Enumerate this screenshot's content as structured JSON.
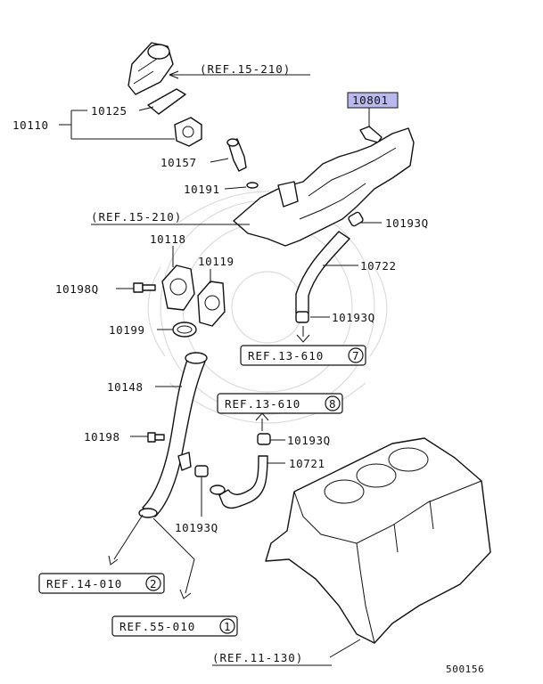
{
  "diagram_id": "500156",
  "highlight_color": "#b9b9f0",
  "references": {
    "ref_15_210_top": "(REF.15-210)",
    "ref_15_210_mid": "(REF.15-210)",
    "ref_13_610_7": "REF.13-610",
    "ref_13_610_7_num": "7",
    "ref_13_610_8": "REF.13-610",
    "ref_13_610_8_num": "8",
    "ref_14_010": "REF.14-010",
    "ref_14_010_num": "2",
    "ref_55_010": "REF.55-010",
    "ref_55_010_num": "1",
    "ref_11_130": "(REF.11-130)"
  },
  "parts": {
    "p10801": "10801",
    "p10110": "10110",
    "p10125": "10125",
    "p10157": "10157",
    "p10191": "10191",
    "p10193q_a": "10193Q",
    "p10722": "10722",
    "p10193q_b": "10193Q",
    "p10118": "10118",
    "p10119": "10119",
    "p10198q": "10198Q",
    "p10199": "10199",
    "p10148": "10148",
    "p10198": "10198",
    "p10193q_c": "10193Q",
    "p10721": "10721",
    "p10193q_d": "10193Q"
  }
}
